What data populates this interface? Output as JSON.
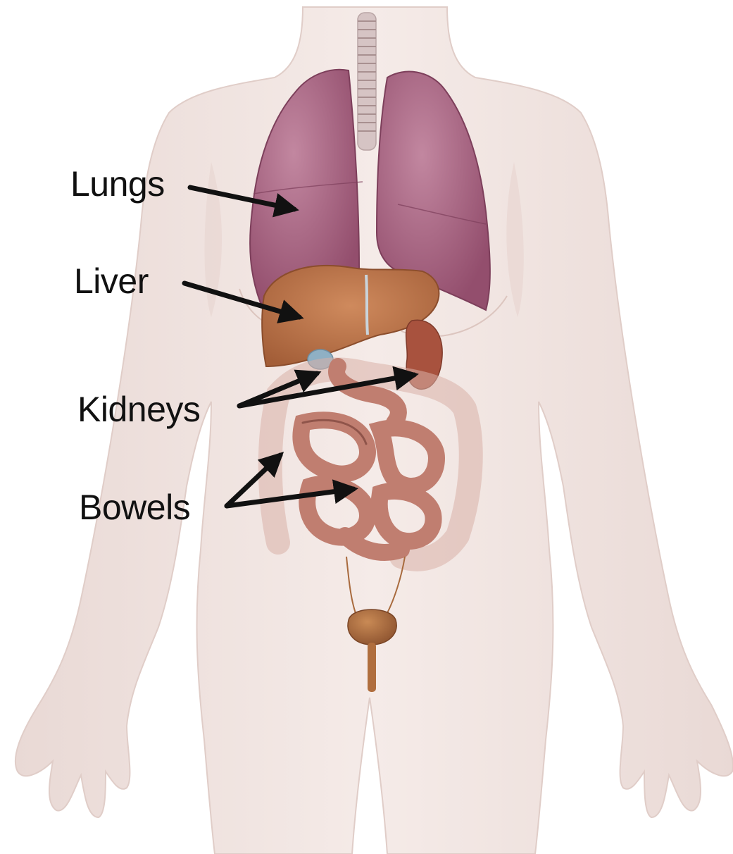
{
  "labels": {
    "lungs": "Lungs",
    "liver": "Liver",
    "kidneys": "Kidneys",
    "bowels": "Bowels"
  },
  "colors": {
    "background": "#ffffff",
    "skin": "#efe1dd",
    "lungs": "#a8607f",
    "liver": "#b66e45",
    "kidney": "#a8523e",
    "gallbladder": "#8fb0c4",
    "intestine": "#c98678",
    "large_intestine": "#e4c6c0",
    "bladder": "#a86a3d",
    "trachea": "#d8c8c8",
    "arrow": "#111111",
    "text": "#111111"
  },
  "icons": {
    "figure": "female-body-outline",
    "arrow": "arrow-right"
  }
}
